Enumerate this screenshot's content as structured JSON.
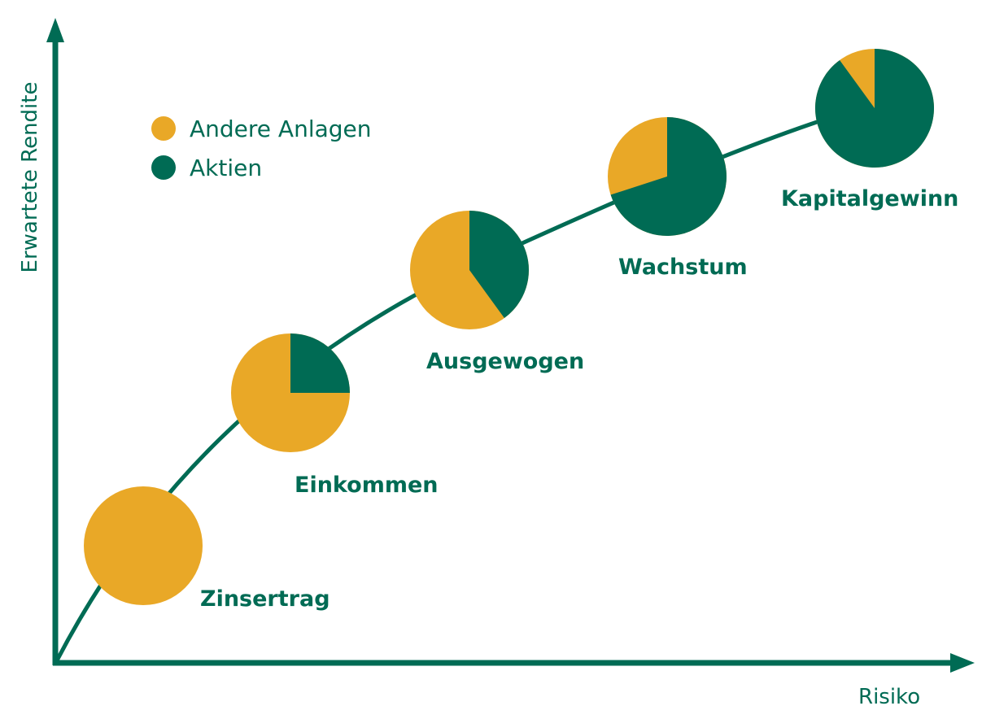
{
  "chart_data": {
    "type": "pie",
    "xlabel": "Risiko",
    "ylabel": "Erwartete Rendite",
    "legend": {
      "placement": "top-left",
      "entries": [
        {
          "name": "Andere Anlagen",
          "color": "#e9a827"
        },
        {
          "name": "Aktien",
          "color": "#006b54"
        }
      ]
    },
    "pies": [
      {
        "label": "Zinsertrag",
        "aktien_percent": 0,
        "andere_percent": 100
      },
      {
        "label": "Einkommen",
        "aktien_percent": 25,
        "andere_percent": 75
      },
      {
        "label": "Ausgewogen",
        "aktien_percent": 40,
        "andere_percent": 60
      },
      {
        "label": "Wachstum",
        "aktien_percent": 70,
        "andere_percent": 30
      },
      {
        "label": "Kapitalgewinn",
        "aktien_percent": 90,
        "andere_percent": 10
      }
    ],
    "colors": {
      "axis": "#006b54",
      "aktien": "#006b54",
      "andere": "#e9a827"
    }
  }
}
